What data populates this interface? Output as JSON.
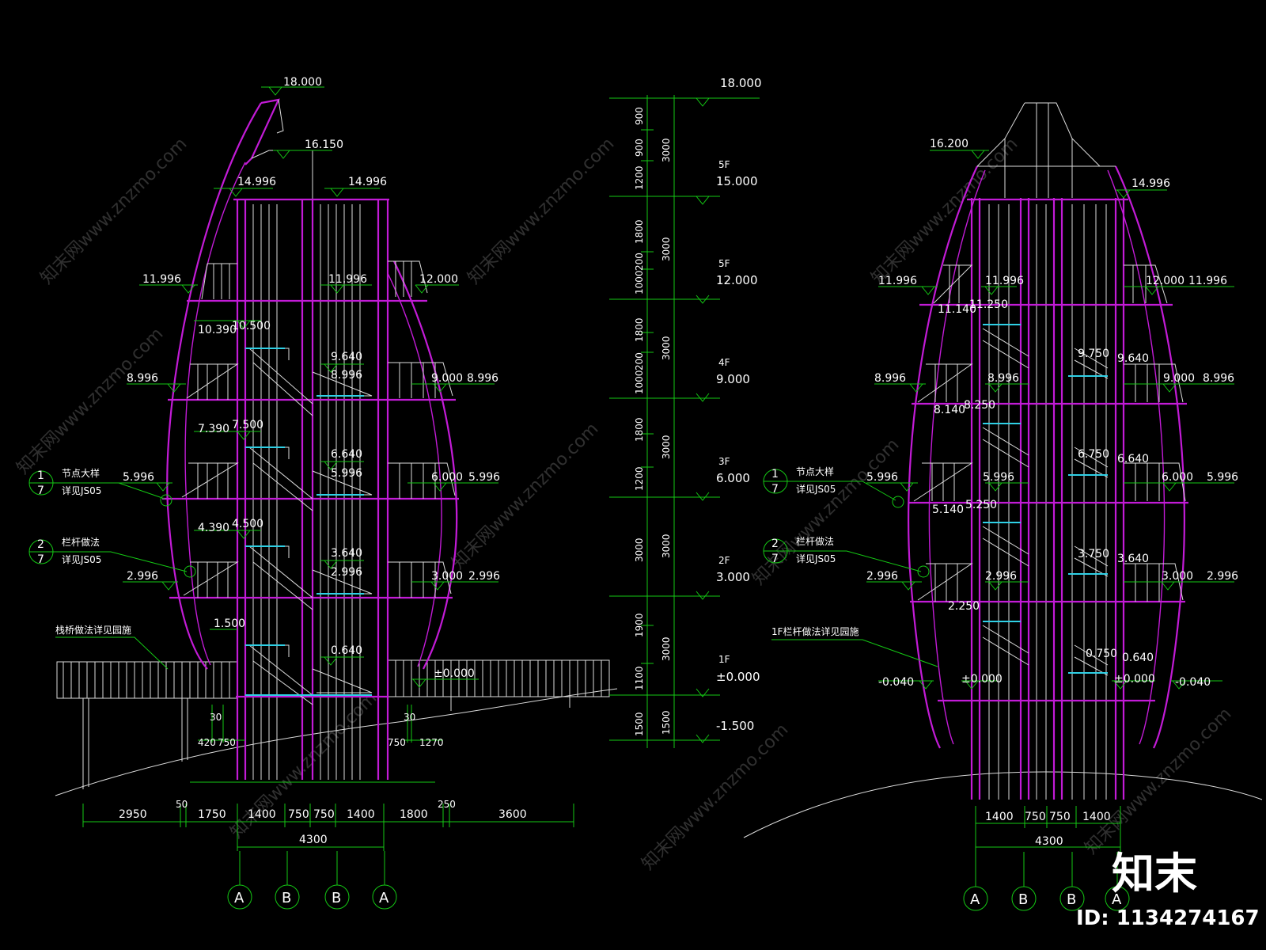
{
  "left_section": {
    "levels": {
      "top": "18.000",
      "roof": "16.150",
      "eave_l": "14.996",
      "eave_r": "14.996",
      "l4_l": "11.996",
      "l4_c": "11.996",
      "l4_r": "12.000",
      "l3_l": "8.996",
      "l3_r1": "9.000",
      "l3_r2": "8.996",
      "l2_l": "5.996",
      "l2_r1": "6.000",
      "l2_r2": "5.996",
      "l1_l": "2.996",
      "l1_r1": "3.000",
      "l1_r2": "2.996",
      "st_10390": "10.390",
      "st_10500": "10.500",
      "st_9640": "9.640",
      "st_8996": "8.996",
      "st_7390": "7.390",
      "st_7500": "7.500",
      "st_6640": "6.640",
      "st_5996": "5.996",
      "st_4390": "4.390",
      "st_4500": "4.500",
      "st_3640": "3.640",
      "st_2996": "2.996",
      "st_1500": "1.500",
      "st_0640": "0.640",
      "ground": "±0.000"
    },
    "callout1": {
      "num": "1",
      "den": "7",
      "title": "节点大样",
      "ref": "详见JS05"
    },
    "callout2": {
      "num": "2",
      "den": "7",
      "title": "栏杆做法",
      "ref": "详见JS05"
    },
    "bridge_note": "栈桥做法详见园施",
    "small_dims": {
      "a": "30",
      "b": "420",
      "c": "750",
      "d": "30",
      "e": "750",
      "f": "1270"
    },
    "bottom_dims": [
      "2950",
      "50",
      "1750",
      "1400",
      "750",
      "750",
      "1400",
      "1800",
      "250",
      "3600"
    ],
    "total_dim": "4300",
    "grid_labels": [
      "A",
      "B",
      "B",
      "A"
    ]
  },
  "vertical_scale": {
    "inner_dims": [
      "900",
      "900",
      "1200",
      "1800",
      "200",
      "1000",
      "1800",
      "200",
      "1000",
      "1800",
      "1200",
      "3000",
      "1900",
      "1100",
      "1500"
    ],
    "outer_dims": [
      "3000",
      "3000",
      "3000",
      "3000",
      "3000",
      "3000",
      "1500"
    ],
    "floor_tags": [
      "5F",
      "5F",
      "4F",
      "3F",
      "2F",
      "1F"
    ],
    "floor_levels": [
      "18.000",
      "15.000",
      "12.000",
      "9.000",
      "6.000",
      "3.000",
      "±0.000",
      "-1.500"
    ]
  },
  "right_section": {
    "levels": {
      "roof": "16.200",
      "eave": "14.996",
      "l4_l": "11.996",
      "l4_c": "11.996",
      "l4_r1": "12.000",
      "l4_r2": "11.996",
      "st_11140": "11.140",
      "st_11250": "11.250",
      "st_9750": "9.750",
      "st_9640": "9.640",
      "l3_l": "8.996",
      "l3_c": "8.996",
      "l3_r1": "9.000",
      "l3_r2": "8.996",
      "st_8140": "8.140",
      "st_8250": "8.250",
      "st_6750": "6.750",
      "st_6640": "6.640",
      "l2_l": "5.996",
      "l2_c": "5.996",
      "l2_r1": "6.000",
      "l2_r2": "5.996",
      "st_5140": "5.140",
      "st_5250": "5.250",
      "st_3750": "3.750",
      "st_3640": "3.640",
      "l1_l": "2.996",
      "l1_c": "2.996",
      "l1_r1": "3.000",
      "l1_r2": "2.996",
      "st_2250": "2.250",
      "st_0750": "0.750",
      "st_0640": "0.640",
      "g_l": "-0.040",
      "g_c": "±0.000",
      "g_r": "±0.000",
      "g_rr": "-0.040"
    },
    "callout1": {
      "num": "1",
      "den": "7",
      "title": "节点大样",
      "ref": "详见JS05"
    },
    "callout2": {
      "num": "2",
      "den": "7",
      "title": "栏杆做法",
      "ref": "详见JS05"
    },
    "rail_note": "1F栏杆做法详见园施",
    "bottom_dims": [
      "1400",
      "750",
      "750",
      "1400"
    ],
    "total_dim": "4300",
    "grid_labels": [
      "A",
      "B",
      "B",
      "A"
    ]
  },
  "watermark": {
    "brand": "知末",
    "id": "ID: 1134274167",
    "site": "知末网www.znzmo.com"
  },
  "colors": {
    "background": "#000000",
    "structure": "#c21bd6",
    "dimension": "#14c814",
    "detail": "#dcdcdc"
  }
}
